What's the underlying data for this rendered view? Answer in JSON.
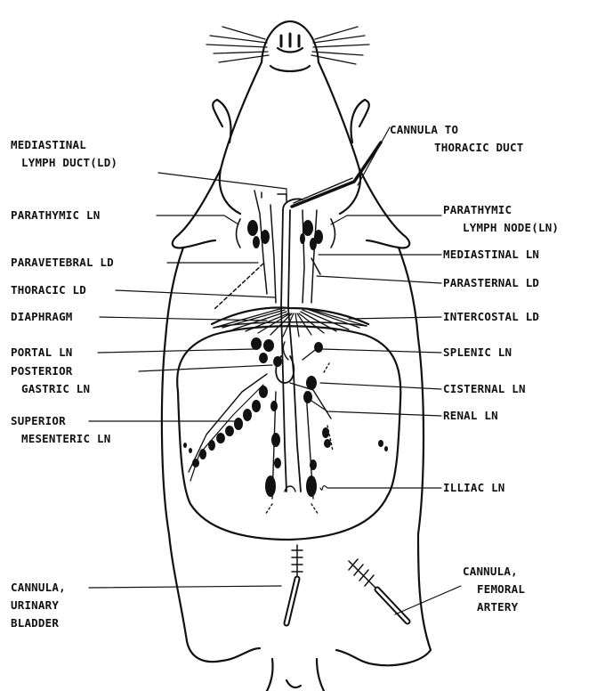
{
  "labels": {
    "mediastinal_ld": [
      "MEDIASTINAL",
      "LYMPH DUCT(LD)"
    ],
    "cannula_thoracic": [
      "CANNULA TO",
      "THORACIC DUCT"
    ],
    "parathymic_ln_left": "PARATHYMIC LN",
    "parathymic_ln_right": [
      "PARATHYMIC",
      "LYMPH NODE(LN)"
    ],
    "paravetebral_ld": "PARAVETEBRAL LD",
    "mediastinal_ln": "MEDIASTINAL LN",
    "thoracic_ld": "THORACIC LD",
    "parasternal_ld": "PARASTERNAL LD",
    "diaphragm": "DIAPHRAGM",
    "intercostal_ld": "INTERCOSTAL LD",
    "portal_ln": "PORTAL LN",
    "splenic_ln": "SPLENIC LN",
    "posterior_gastric_ln": [
      "POSTERIOR",
      "GASTRIC LN"
    ],
    "cisternal_ln": "CISTERNAL LN",
    "superior_mesenteric_ln": [
      "SUPERIOR",
      "MESENTERIC LN"
    ],
    "renal_ln": "RENAL LN",
    "illiac_ln": "ILLIAC LN",
    "cannula_bladder": [
      "CANNULA,",
      "URINARY",
      "BLADDER"
    ],
    "cannula_femoral": [
      "CANNULA,",
      "FEMORAL",
      "ARTERY"
    ]
  },
  "colors": {
    "ink": "#111111",
    "background": "#ffffff"
  }
}
